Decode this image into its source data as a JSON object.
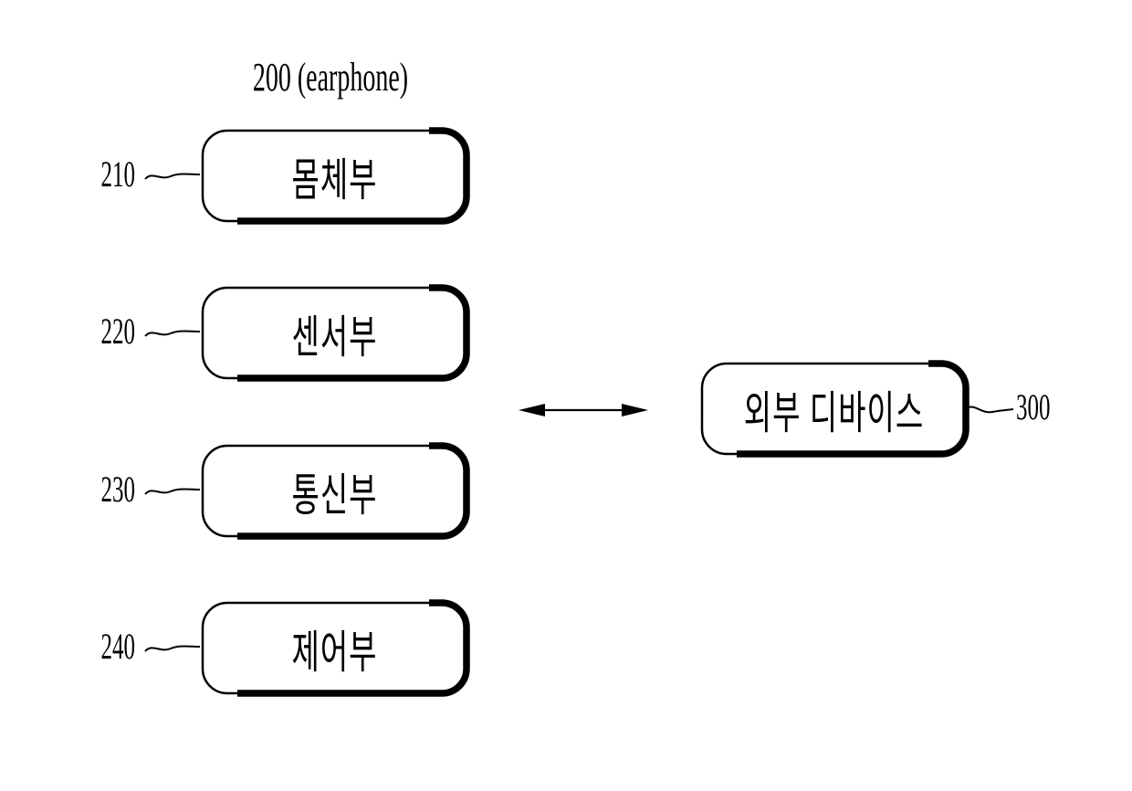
{
  "figure": {
    "title": "200 (earphone)",
    "modules": [
      {
        "ref": "210",
        "label": "몸체부"
      },
      {
        "ref": "220",
        "label": "센서부"
      },
      {
        "ref": "230",
        "label": "통신부"
      },
      {
        "ref": "240",
        "label": "제어부"
      }
    ],
    "external_device": {
      "ref": "300",
      "label": "외부 디바이스"
    },
    "icons": {
      "connector": "bidirectional-arrow",
      "leader": "squiggle-leader-line"
    },
    "colors": {
      "ink": "#000000",
      "paper": "#ffffff"
    }
  }
}
